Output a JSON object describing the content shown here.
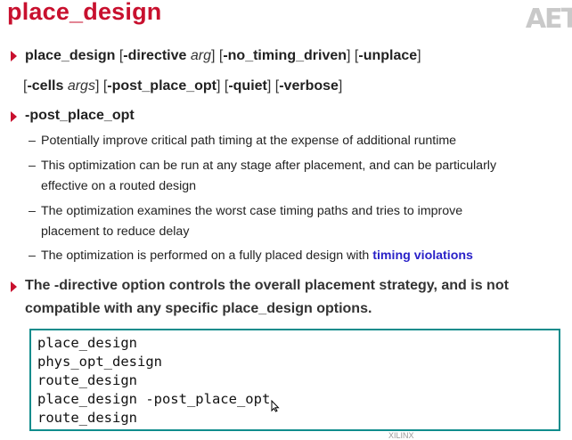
{
  "slide": {
    "title": "place_design",
    "logo_text": "AET"
  },
  "syntax": {
    "line1": {
      "cmd": "place_design",
      "open1": " [",
      "directive": "-directive",
      "arg": "arg",
      "close1": "] [",
      "no_timing": "-no_timing_driven",
      "close2": "] [",
      "unplace": "-unplace",
      "close3": "]"
    },
    "line2": {
      "open1": "[",
      "cells": "-cells",
      "args": "args",
      "close1": "] [",
      "post": "-post_place_opt",
      "close2": "] [",
      "quiet": "-quiet",
      "close3": "] [",
      "verbose": "-verbose",
      "close4": "]"
    }
  },
  "post_place_opt": {
    "heading": "-post_place_opt",
    "items": [
      "Potentially improve critical path timing at the expense of additional runtime",
      "This optimization can be run at any stage after placement, and can be particularly",
      "effective on a routed design",
      "The optimization examines the worst case timing paths and tries to improve",
      "placement to reduce delay",
      "The optimization is performed on a fully placed design with "
    ],
    "highlight": "timing violations"
  },
  "directive_note": {
    "line1": "The -directive option controls the overall placement strategy, and is not",
    "line2": "compatible with any specific place_design options."
  },
  "code": [
    "place_design",
    "phys_opt_design",
    "route_design",
    "place_design -post_place_opt",
    "route_design"
  ],
  "footer": {
    "partial_logo": "XILINX"
  },
  "colors": {
    "title": "#c8102e",
    "bullet": "#c8102e",
    "highlight": "#2a22c8",
    "code_border": "#0f8c8c"
  }
}
